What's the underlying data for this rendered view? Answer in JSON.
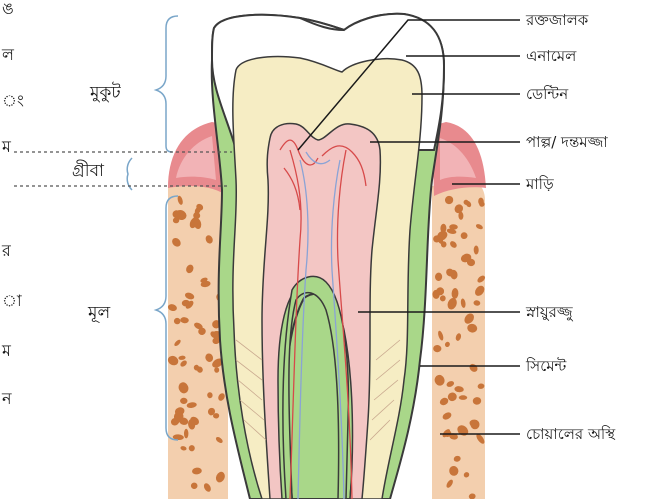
{
  "left_edge_chars": [
    "ঙ",
    "ল",
    "ং",
    "ম",
    "র",
    "া",
    "ম",
    "ন"
  ],
  "regions": {
    "crown": "মুকুট",
    "neck": "গ্রীবা",
    "root": "মূল"
  },
  "labels": {
    "blood_vessels": "রক্তজালক",
    "enamel": "এনামেল",
    "dentine": "ডেন্টিন",
    "pulp": "পাল্প/ দন্তমজ্জা",
    "gum": "মাড়ি",
    "nerve": "স্নায়ুরজ্জু",
    "cement": "সিমেন্ট",
    "jawbone": "চোয়ালের অস্থি"
  },
  "colors": {
    "enamel": "#ffffff",
    "dentine": "#f6edc4",
    "pulp": "#f3c6c4",
    "root_canal": "#f6c9c6",
    "cement": "#a9d789",
    "gum": "#e88a8e",
    "jaw_tissue": "#f3cfae",
    "bone_spots": "#c8753a",
    "blood_vessel": "#d74a4a",
    "nerve_fiber": "#8aa3d6"
  }
}
